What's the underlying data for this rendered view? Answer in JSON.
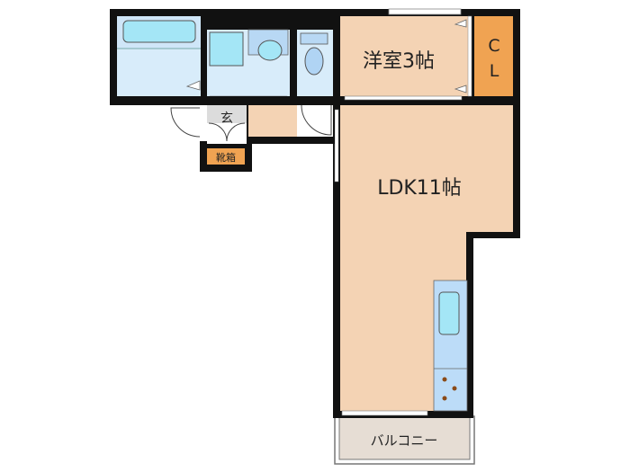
{
  "rooms": {
    "western_room": "洋室3帖",
    "closet_c": "C",
    "closet_l": "L",
    "ldk": "LDK11帖",
    "entrance": "玄",
    "shoe_box": "靴箱",
    "balcony": "バルコニー"
  },
  "colors": {
    "wall": "#111111",
    "living_floor": "#f4d3b4",
    "wet_area": "#d8ecfa",
    "fixture": "#a4e6f6",
    "closet": "#f0a352",
    "entrance_floor": "#dcdcdc",
    "balcony": "#e6ddd4",
    "kitchen": "#bcdcf8"
  }
}
